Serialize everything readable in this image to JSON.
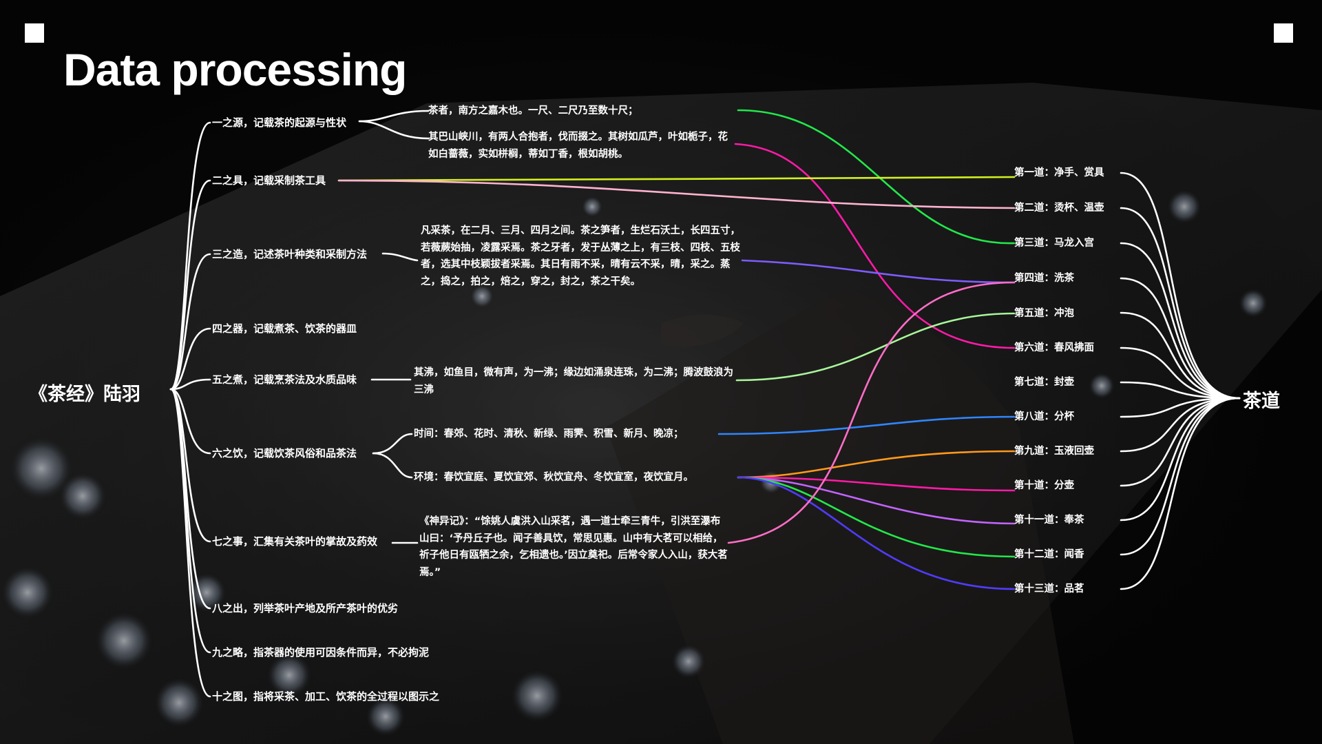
{
  "header": {
    "title": "Data processing"
  },
  "root_left": "《茶经》陆羽",
  "root_right": "茶道",
  "chapters": [
    "一之源，记载茶的起源与性状",
    "二之具，记载采制茶工具",
    "三之造，记述茶叶种类和采制方法",
    "四之器，记载煮茶、饮茶的器皿",
    "五之煮，记载烹茶法及水质品味",
    "六之饮，记载饮茶风俗和品茶法",
    "七之事，汇集有关茶叶的掌故及药效",
    "八之出，列举茶叶产地及所产茶叶的优劣",
    "九之略，指茶器的使用可因条件而异，不必拘泥",
    "十之图，指将采茶、加工、饮茶的全过程以图示之"
  ],
  "quotes": [
    "茶者，南方之嘉木也。一尺、二尺乃至数十尺；",
    "其巴山峡川，有两人合抱者，伐而掇之。其树如瓜芦，叶如栀子，花如白蔷薇，实如栟榈，蒂如丁香，根如胡桃。",
    "凡采茶，在二月、三月、四月之间。茶之笋者，生烂石沃土，长四五寸，若薇蕨始抽，凌露采焉。茶之牙者，发于丛薄之上，有三枝、四枝、五枝者，选其中枝颖拔者采焉。其日有雨不采，晴有云不采，晴，采之。蒸之，捣之，拍之，焙之，穿之，封之，茶之干矣。",
    "其沸，如鱼目，微有声，为一沸；缘边如涌泉连珠，为二沸；腾波鼓浪为三沸",
    "时间：春郊、花时、清秋、新绿、雨霁、积雪、新月、晚凉；",
    "环境：春饮宜庭、夏饮宜郊、秋饮宜舟、冬饮宜室，夜饮宜月。",
    "《神异记》：“馀姚人虞洪入山采茗，遇一道士牵三青牛，引洪至瀑布山曰：‘予丹丘子也。闻子善具饮，常思见惠。山中有大茗可以相给，祈子他日有瓯牺之余，乞相遗也。’因立奠祀。后常令家人入山，获大茗焉。”"
  ],
  "steps": [
    "第一道：净手、赏具",
    "第二道：烫杯、温壶",
    "第三道：马龙入宫",
    "第四道：洗茶",
    "第五道：冲泡",
    "第六道：春风拂面",
    "第七道：封壶",
    "第八道：分杯",
    "第九道：玉液回壶",
    "第十道：分壶",
    "第十一道：奉茶",
    "第十二道：闻香",
    "第十三道：品茗"
  ],
  "connection_colors": {
    "green": "#22e84a",
    "magenta": "#ff1aa8",
    "yellow_green": "#d4f01e",
    "pink": "#ffb3cf",
    "violet": "#7f5cff",
    "light_green": "#a8f59a",
    "hot_pink": "#ff6ec7",
    "blue": "#2f86ff",
    "orange": "#ff9a1a",
    "purple": "#c264ff",
    "indigo": "#4f3cff"
  }
}
